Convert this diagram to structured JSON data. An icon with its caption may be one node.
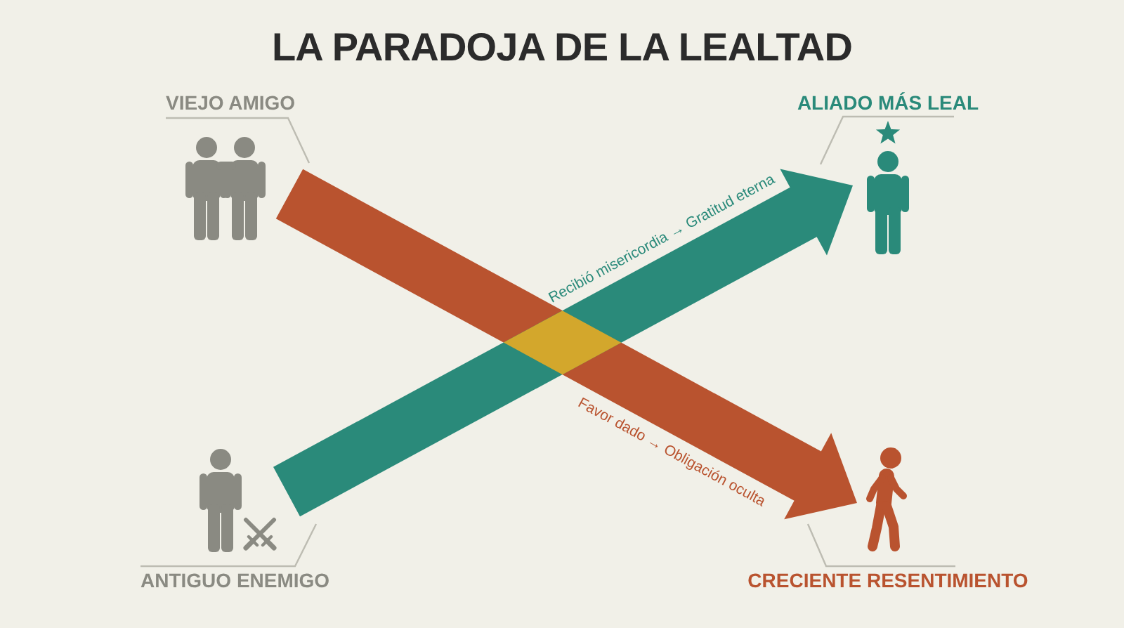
{
  "diagram": {
    "title": "LA PARADOJA DE LA LEALTAD",
    "nodes": [
      {
        "text": [],
        "shape": "person",
        "beside": [
          "VIEJO AMIGO"
        ]
      },
      {
        "text": [],
        "shape": "person",
        "beside": [
          "ALIADO MÁS LEAL"
        ]
      },
      {
        "text": [],
        "shape": "person",
        "beside": [
          "ANTIGUO ENEMIGO"
        ]
      },
      {
        "text": [],
        "shape": "person",
        "beside": [
          "CRECIENTE RESENTIMIENTO"
        ]
      }
    ],
    "edges": [
      {
        "from": 0,
        "to": 3,
        "arrow": "to",
        "label": "Favor dado → Obligación oculta",
        "style": "thick",
        "color": "#b9532f"
      },
      {
        "from": 2,
        "to": 1,
        "arrow": "to",
        "label": "Recibió misericordia → Gratitud eterna",
        "style": "thick",
        "color": "#2a8a7a"
      },
      {
        "from": 0,
        "to": null,
        "arrow": "none"
      },
      {
        "from": 1,
        "to": null,
        "arrow": "none"
      },
      {
        "from": 2,
        "to": null,
        "arrow": "none"
      },
      {
        "from": 3,
        "to": null,
        "arrow": "none"
      }
    ]
  }
}
